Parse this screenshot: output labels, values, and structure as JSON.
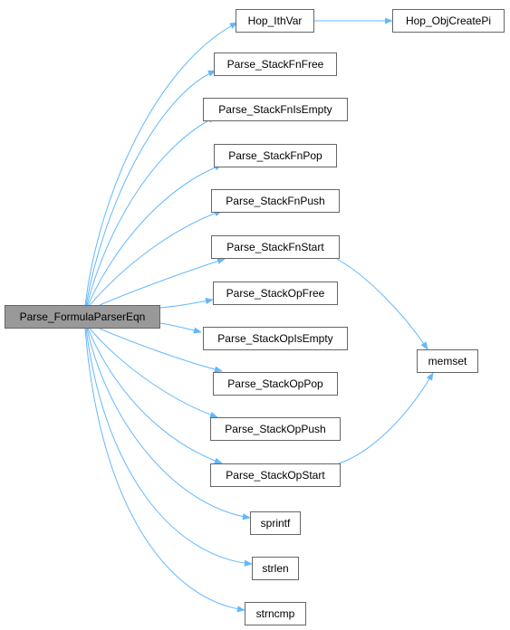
{
  "graph": {
    "edge_color": "#63b8ff",
    "node_border_color": "#666666",
    "root_fill_color": "#999999",
    "root": {
      "id": "root",
      "label": "Parse_FormulaParserEqn"
    },
    "nodes": [
      {
        "id": "hop_ithvar",
        "label": "Hop_IthVar"
      },
      {
        "id": "hop_objcreatepi",
        "label": "Hop_ObjCreatePi"
      },
      {
        "id": "stackfnfree",
        "label": "Parse_StackFnFree"
      },
      {
        "id": "stackfnisempty",
        "label": "Parse_StackFnIsEmpty"
      },
      {
        "id": "stackfnpop",
        "label": "Parse_StackFnPop"
      },
      {
        "id": "stackfnpush",
        "label": "Parse_StackFnPush"
      },
      {
        "id": "stackfnstart",
        "label": "Parse_StackFnStart"
      },
      {
        "id": "stackopfree",
        "label": "Parse_StackOpFree"
      },
      {
        "id": "stackopisempty",
        "label": "Parse_StackOpIsEmpty"
      },
      {
        "id": "stackoppop",
        "label": "Parse_StackOpPop"
      },
      {
        "id": "stackoppush",
        "label": "Parse_StackOpPush"
      },
      {
        "id": "stackopstart",
        "label": "Parse_StackOpStart"
      },
      {
        "id": "sprintf",
        "label": "sprintf"
      },
      {
        "id": "strlen",
        "label": "strlen"
      },
      {
        "id": "strncmp",
        "label": "strncmp"
      },
      {
        "id": "memset",
        "label": "memset"
      }
    ],
    "edges": [
      {
        "from": "root",
        "to": "hop_ithvar"
      },
      {
        "from": "root",
        "to": "stackfnfree"
      },
      {
        "from": "root",
        "to": "stackfnisempty"
      },
      {
        "from": "root",
        "to": "stackfnpop"
      },
      {
        "from": "root",
        "to": "stackfnpush"
      },
      {
        "from": "root",
        "to": "stackfnstart"
      },
      {
        "from": "root",
        "to": "stackopfree"
      },
      {
        "from": "root",
        "to": "stackopisempty"
      },
      {
        "from": "root",
        "to": "stackoppop"
      },
      {
        "from": "root",
        "to": "stackoppush"
      },
      {
        "from": "root",
        "to": "stackopstart"
      },
      {
        "from": "root",
        "to": "sprintf"
      },
      {
        "from": "root",
        "to": "strlen"
      },
      {
        "from": "root",
        "to": "strncmp"
      },
      {
        "from": "hop_ithvar",
        "to": "hop_objcreatepi"
      },
      {
        "from": "stackfnstart",
        "to": "memset"
      },
      {
        "from": "stackopstart",
        "to": "memset"
      }
    ]
  }
}
